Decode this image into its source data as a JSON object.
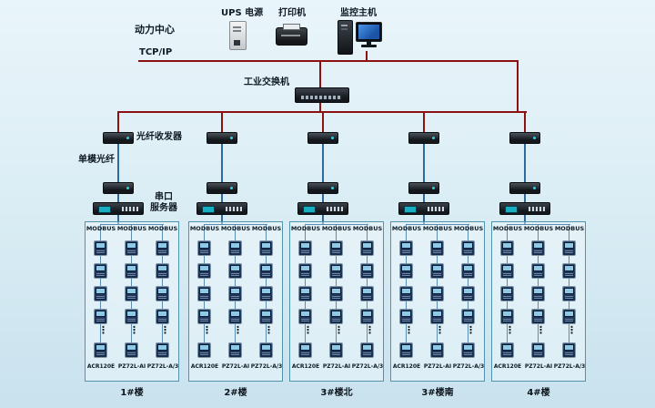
{
  "top": {
    "site": "动力中心",
    "ups": "UPS 电源",
    "printer": "打印机",
    "host": "监控主机",
    "bus": "TCP/IP"
  },
  "switch_label": "工业交换机",
  "labels": {
    "transceiver": "光纤收发器",
    "fiber": "单模光纤",
    "serial": [
      "串口",
      "服务器"
    ]
  },
  "bus_name": "MODBUS",
  "ellipsis": "⋮",
  "groups": [
    {
      "label": "1#楼",
      "models": [
        "ACR120E",
        "PZ72L-AI",
        "PZ72L-A/3"
      ]
    },
    {
      "label": "2#楼",
      "models": [
        "ACR120E",
        "PZ72L-AI",
        "PZ72L-A/3"
      ]
    },
    {
      "label": "3#楼北",
      "models": [
        "ACR120E",
        "PZ72L-AI",
        "PZ72L-A/3"
      ]
    },
    {
      "label": "3#楼南",
      "models": [
        "ACR120E",
        "PZ72L-AI",
        "PZ72L-A/3"
      ]
    },
    {
      "label": "4#楼",
      "models": [
        "ACR120E",
        "PZ72L-AI",
        "PZ72L-A/3"
      ]
    }
  ],
  "colors": {
    "line_red": "#8e1111",
    "line_blue": "#2d6a9f",
    "line_column": "#5b8db0",
    "box_border": "#4f93ad",
    "meter_screen": "#8ecae6"
  }
}
